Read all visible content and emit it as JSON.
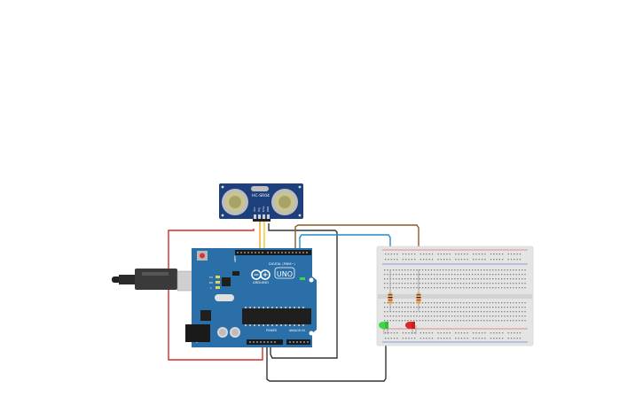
{
  "sensor": {
    "model_label": "HC-SR04",
    "pin_labels": [
      "VCC",
      "Trig",
      "Echo",
      "GND"
    ],
    "board_color": "#1d3f7c",
    "transducer_color": "#c9c58a"
  },
  "arduino": {
    "logo_text": "ARDUINO",
    "model_text": "UNO",
    "digital_label": "DIGITAL (PWM~)",
    "power_label": "POWER",
    "analog_label": "ANALOG IN",
    "led_labels": [
      "TX",
      "RX",
      "L"
    ],
    "aref_label": "AREF",
    "board_color": "#2a6fa8"
  },
  "breadboard": {
    "body_color": "#e4e4e4"
  },
  "leds": {
    "green_color": "#3fd64a",
    "red_color": "#e02626"
  },
  "wire_colors": {
    "red": "#d32b2b",
    "black": "#333333",
    "blue": "#1e8ec7",
    "brown": "#8b5a2b",
    "orange": "#f0a21c",
    "yellow": "#e8cc2a"
  }
}
